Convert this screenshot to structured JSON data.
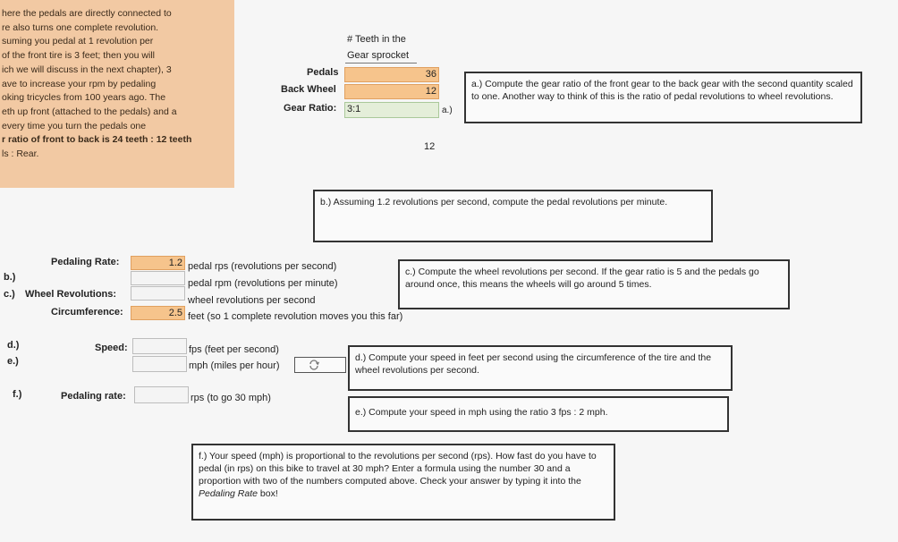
{
  "intro": {
    "lines": [
      "here the pedals are directly connected to",
      "re also turns one complete revolution.",
      "suming you pedal at 1 revolution per",
      "of the front tire is 3 feet; then you will",
      "ich we will discuss in the next chapter), 3",
      "ave to increase your rpm by pedaling",
      "oking tricycles from 100 years ago. The",
      "eth up front (attached to the pedals) and a",
      "every time you turn the pedals one",
      "r ratio of front to back is 24 teeth : 12 teeth",
      "ls : Rear."
    ]
  },
  "gear": {
    "header1": "# Teeth in the",
    "header2": "Gear sprocket",
    "pedals_label": "Pedals",
    "pedals_value": "36",
    "back_label": "Back Wheel",
    "back_value": "12",
    "ratio_label": "Gear Ratio:",
    "ratio_value": "3:1",
    "marker_a": "a.)",
    "stray_value": "12"
  },
  "prompts": {
    "a": "a.) Compute the gear ratio of the front gear to the back gear with the second quantity scaled to one. Another way to think of this is the ratio of pedal revolutions to wheel revolutions.",
    "b": "b.) Assuming 1.2 revolutions per second, compute the pedal revolutions per minute.",
    "c": "c.) Compute the wheel revolutions per second. If the gear ratio is 5 and the pedals go around once, this means the wheels will go around 5 times.",
    "d": "d.) Compute your speed in feet per second using the circumference of the tire and the wheel revolutions per second.",
    "e": "e.) Compute your speed in mph using the ratio 3 fps : 2 mph.",
    "f_pre": "f.) Your speed (mph) is proportional to the revolutions per second (rps). How fast do you have to pedal (in rps) on this bike to travel at 30 mph? Enter a formula using the number 30 and a proportion with two of the numbers computed above. Check your answer by typing it into the ",
    "f_em": "Pedaling Rate",
    "f_post": " box!"
  },
  "calc": {
    "pedaling_rate_label": "Pedaling Rate:",
    "pedaling_rate_value": "1.2",
    "pedaling_rate_unit": "pedal rps (revolutions per second)",
    "b_marker": "b.)",
    "rpm_value": "",
    "rpm_unit": "pedal rpm (revolutions per minute)",
    "c_marker": "c.)",
    "wheel_rev_label": "Wheel Revolutions:",
    "wheel_rev_value": "",
    "wheel_rev_unit": "wheel revolutions per second",
    "circ_label": "Circumference:",
    "circ_value": "2.5",
    "circ_unit": "feet (so 1 complete revolution moves you this far)",
    "d_marker": "d.)",
    "e_marker": "e.)",
    "speed_label": "Speed:",
    "fps_value": "",
    "fps_unit": "fps (feet per second)",
    "mph_value": "",
    "mph_unit": "mph (miles per hour)",
    "f_marker": "f.)",
    "pedal_rate2_label": "Pedaling rate:",
    "pedal_rate2_value": "",
    "pedal_rate2_unit": "rps (to go 30 mph)"
  }
}
